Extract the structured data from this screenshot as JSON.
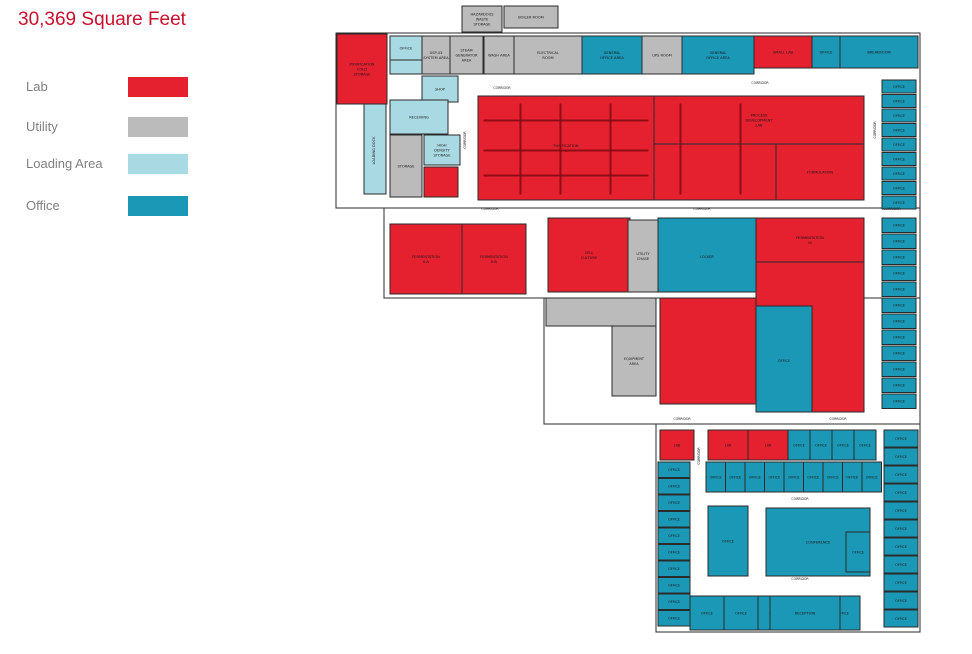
{
  "page_title": "30,369 Square Feet",
  "legend": [
    {
      "key": "lab",
      "label": "Lab",
      "color": "#e5202f"
    },
    {
      "key": "utility",
      "label": "Utility",
      "color": "#bbbbbb"
    },
    {
      "key": "loading",
      "label": "Loading Area",
      "color": "#a9d9e3"
    },
    {
      "key": "office",
      "label": "Office",
      "color": "#1b98b5"
    }
  ],
  "colors": {
    "wall": "#2b2b2b",
    "corridor": "#ffffff"
  },
  "rooms": [
    {
      "id": "r1",
      "label": "PURIFICATION COLD STORAGE",
      "type": "lab"
    },
    {
      "id": "r2",
      "label": "OFFICE",
      "type": "loading"
    },
    {
      "id": "r3",
      "label": "USP-03 SYSTEM AREA",
      "type": "utility"
    },
    {
      "id": "r4",
      "label": "STEAM GENERATOR AREA",
      "type": "utility"
    },
    {
      "id": "r5",
      "label": "HAZARDOUS WASTE STORAGE",
      "type": "utility"
    },
    {
      "id": "r6",
      "label": "BOILER ROOM",
      "type": "utility"
    },
    {
      "id": "r7",
      "label": "WASH AREA",
      "type": "utility"
    },
    {
      "id": "r8",
      "label": "ELECTRICAL ROOM",
      "type": "utility"
    },
    {
      "id": "r9",
      "label": "GENERAL OFFICE AREA",
      "type": "office"
    },
    {
      "id": "r10",
      "label": "UPS ROOM",
      "type": "utility"
    },
    {
      "id": "r11",
      "label": "GENERAL OFFICE AREA",
      "type": "office"
    },
    {
      "id": "r12",
      "label": "SMALL LAB",
      "type": "lab"
    },
    {
      "id": "r13",
      "label": "OFFICE",
      "type": "office"
    },
    {
      "id": "r14",
      "label": "BREAKROOM",
      "type": "office"
    },
    {
      "id": "r15",
      "label": "SHOP",
      "type": "loading"
    },
    {
      "id": "r16",
      "label": "RECEIVING",
      "type": "loading"
    },
    {
      "id": "r17",
      "label": "PURIFICATION II",
      "type": "lab"
    },
    {
      "id": "r18",
      "label": "PROCESS DEVELOPMENT LAB",
      "type": "lab"
    },
    {
      "id": "r19",
      "label": "FORMULATION",
      "type": "lab"
    },
    {
      "id": "r20",
      "label": "STORAGE",
      "type": "utility"
    },
    {
      "id": "r21",
      "label": "HIGH DENSITY STORAGE",
      "type": "loading"
    },
    {
      "id": "r22",
      "label": "FERMENTATION II-A",
      "type": "lab"
    },
    {
      "id": "r23",
      "label": "FERMENTATION II-B",
      "type": "lab"
    },
    {
      "id": "r24",
      "label": "UTILITY CHASE",
      "type": "utility"
    },
    {
      "id": "r25",
      "label": "FERMENTATION III",
      "type": "lab"
    },
    {
      "id": "r26",
      "label": "CELL CULTURE",
      "type": "lab"
    },
    {
      "id": "r27",
      "label": "EQUIPMENT AREA",
      "type": "utility"
    },
    {
      "id": "r28",
      "label": "CONFERENCE",
      "type": "office"
    },
    {
      "id": "r29",
      "label": "RECEPTION",
      "type": "office"
    },
    {
      "id": "r30",
      "label": "LOCKER",
      "type": "office"
    },
    {
      "id": "r31",
      "label": "LAB",
      "type": "lab"
    },
    {
      "id": "r32",
      "label": "LOADING DOCK",
      "type": "loading"
    }
  ],
  "corridor_label": "CORRIDOR",
  "office_label": "OFFICE"
}
